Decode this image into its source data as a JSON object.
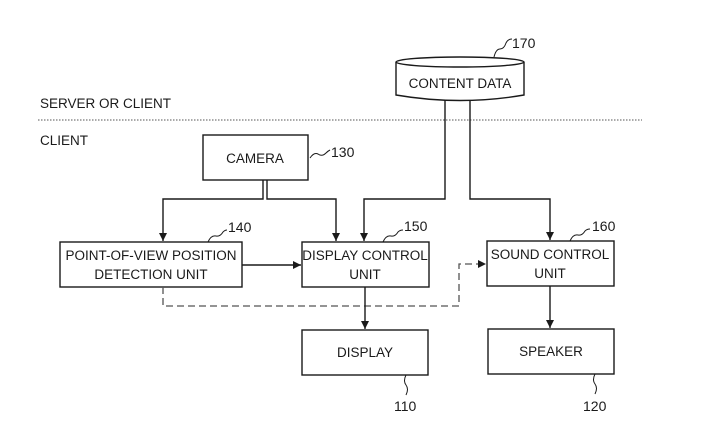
{
  "zones": {
    "server_or_client": "SERVER OR CLIENT",
    "client": "CLIENT"
  },
  "blocks": {
    "content_data": {
      "label": "CONTENT DATA",
      "ref": "170",
      "shape": "cylinder"
    },
    "camera": {
      "label": "CAMERA",
      "ref": "130"
    },
    "pov_detection": {
      "line1": "POINT-OF-VIEW POSITION",
      "line2": "DETECTION UNIT",
      "ref": "140"
    },
    "display_control": {
      "line1": "DISPLAY CONTROL",
      "line2": "UNIT",
      "ref": "150"
    },
    "sound_control": {
      "line1": "SOUND CONTROL",
      "line2": "UNIT",
      "ref": "160"
    },
    "display": {
      "label": "DISPLAY",
      "ref": "110"
    },
    "speaker": {
      "label": "SPEAKER",
      "ref": "120"
    }
  },
  "connections": [
    {
      "from": "camera",
      "to": "pov_detection",
      "style": "solid"
    },
    {
      "from": "camera",
      "to": "display_control",
      "style": "solid"
    },
    {
      "from": "content_data",
      "to": "display_control",
      "style": "solid"
    },
    {
      "from": "content_data",
      "to": "sound_control",
      "style": "solid"
    },
    {
      "from": "pov_detection",
      "to": "display_control",
      "style": "solid"
    },
    {
      "from": "pov_detection",
      "to": "sound_control",
      "style": "dashed"
    },
    {
      "from": "display_control",
      "to": "display",
      "style": "solid"
    },
    {
      "from": "sound_control",
      "to": "speaker",
      "style": "solid"
    }
  ]
}
